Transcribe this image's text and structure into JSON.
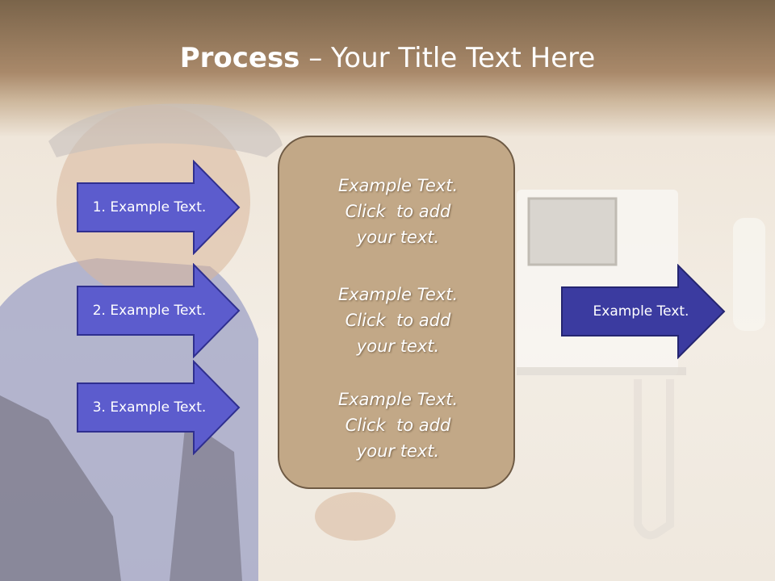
{
  "title": {
    "bold": "Process",
    "rest": " – Your Title Text Here"
  },
  "steps": [
    {
      "label": "1. Example Text."
    },
    {
      "label": "2. Example Text."
    },
    {
      "label": "3. Example Text."
    }
  ],
  "center_box": {
    "blocks": [
      {
        "line1": "Example Text.",
        "line2": "Click  to add",
        "line3": "your text."
      },
      {
        "line1": "Example Text.",
        "line2": "Click  to add",
        "line3": "your text."
      },
      {
        "line1": "Example Text.",
        "line2": "Click  to add",
        "line3": "your text."
      }
    ]
  },
  "result": {
    "label": "Example Text."
  },
  "colors": {
    "header_brown": "#7a644a",
    "arrow_fill": "#5c5ccd",
    "arrow_border": "#2f2f8f",
    "result_fill": "#3b3ba0",
    "box_fill": "#c2a887",
    "box_border": "#6e5a44"
  }
}
